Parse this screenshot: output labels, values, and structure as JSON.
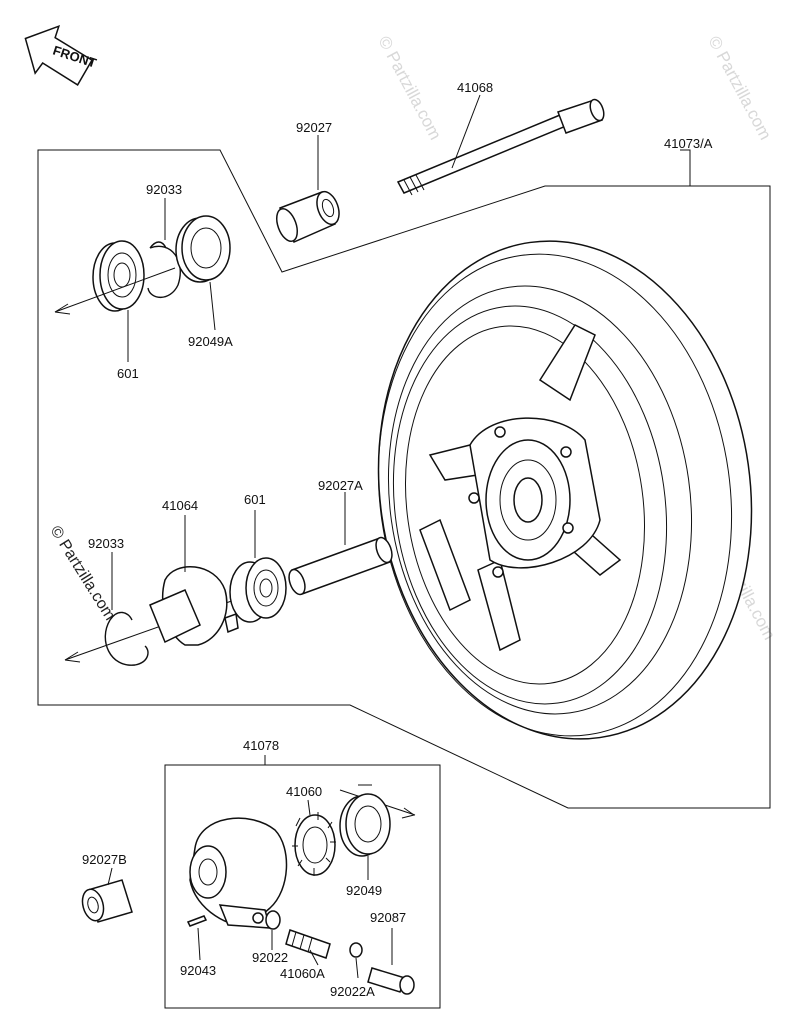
{
  "front_arrow": {
    "text": "FRONT"
  },
  "watermark": "© Partzilla.com",
  "callouts": {
    "p41068": "41068",
    "p92027_top": "92027",
    "p41073": "41073/A",
    "p92033_top": "92033",
    "p92049A": "92049A",
    "p601_top": "601",
    "p92027A": "92027A",
    "p41064": "41064",
    "p601_mid": "601",
    "p92033_mid": "92033",
    "p41078": "41078",
    "p41060": "41060",
    "p92049": "92049",
    "p92027B": "92027B",
    "p92087": "92087",
    "p92043": "92043",
    "p92022": "92022",
    "p41060A": "41060A",
    "p92022A": "92022A"
  }
}
